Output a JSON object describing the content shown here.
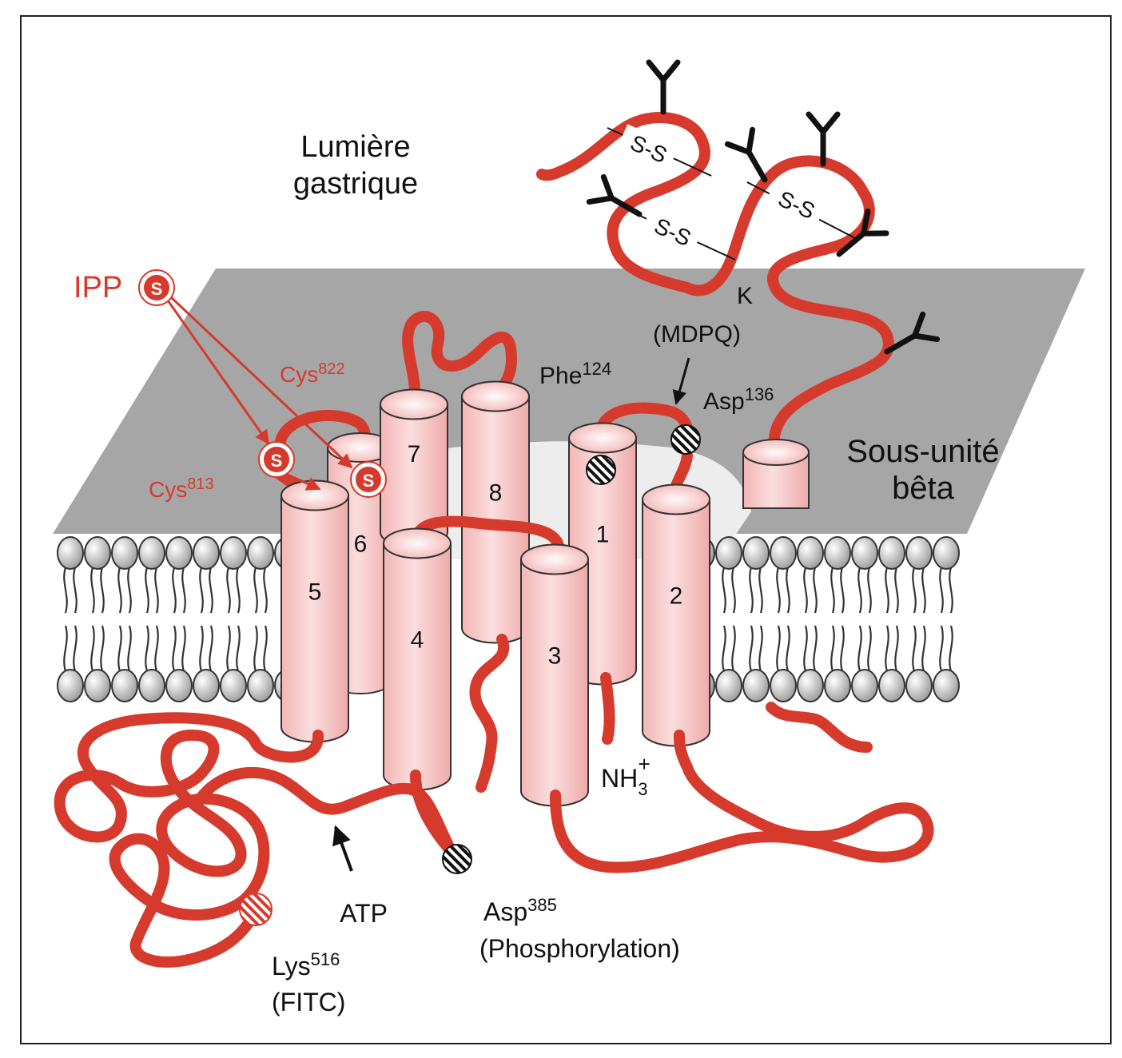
{
  "colors": {
    "protein": "#d63a2c",
    "helix_fill": "#f5bdbd",
    "membrane_plane": "#a6a6a6",
    "lipid_head": "#d8d8d8",
    "glycan": "#111111"
  },
  "labels": {
    "lumen_line1": "Lumière",
    "lumen_line2": "gastrique",
    "ipp": "IPP",
    "s_symbol": "S",
    "cys822": "Cys",
    "cys822_sup": "822",
    "cys813": "Cys",
    "cys813_sup": "813",
    "phe124": "Phe",
    "phe124_sup": "124",
    "asp136": "Asp",
    "asp136_sup": "136",
    "k": "K",
    "mdpq": "(MDPQ)",
    "beta_line1": "Sous-unité",
    "beta_line2": "bêta",
    "ss1": "S-S",
    "ss2": "S-S",
    "ss3": "S-S",
    "nh3": "NH",
    "nh3_sub": "3",
    "nh3_sup": "+",
    "atp": "ATP",
    "asp385": "Asp",
    "asp385_sup": "385",
    "phosphorylation": "(Phosphorylation)",
    "lys516": "Lys",
    "lys516_sup": "516",
    "fitc": "(FITC)"
  },
  "helices": [
    "1",
    "2",
    "3",
    "4",
    "5",
    "6",
    "7",
    "8"
  ]
}
